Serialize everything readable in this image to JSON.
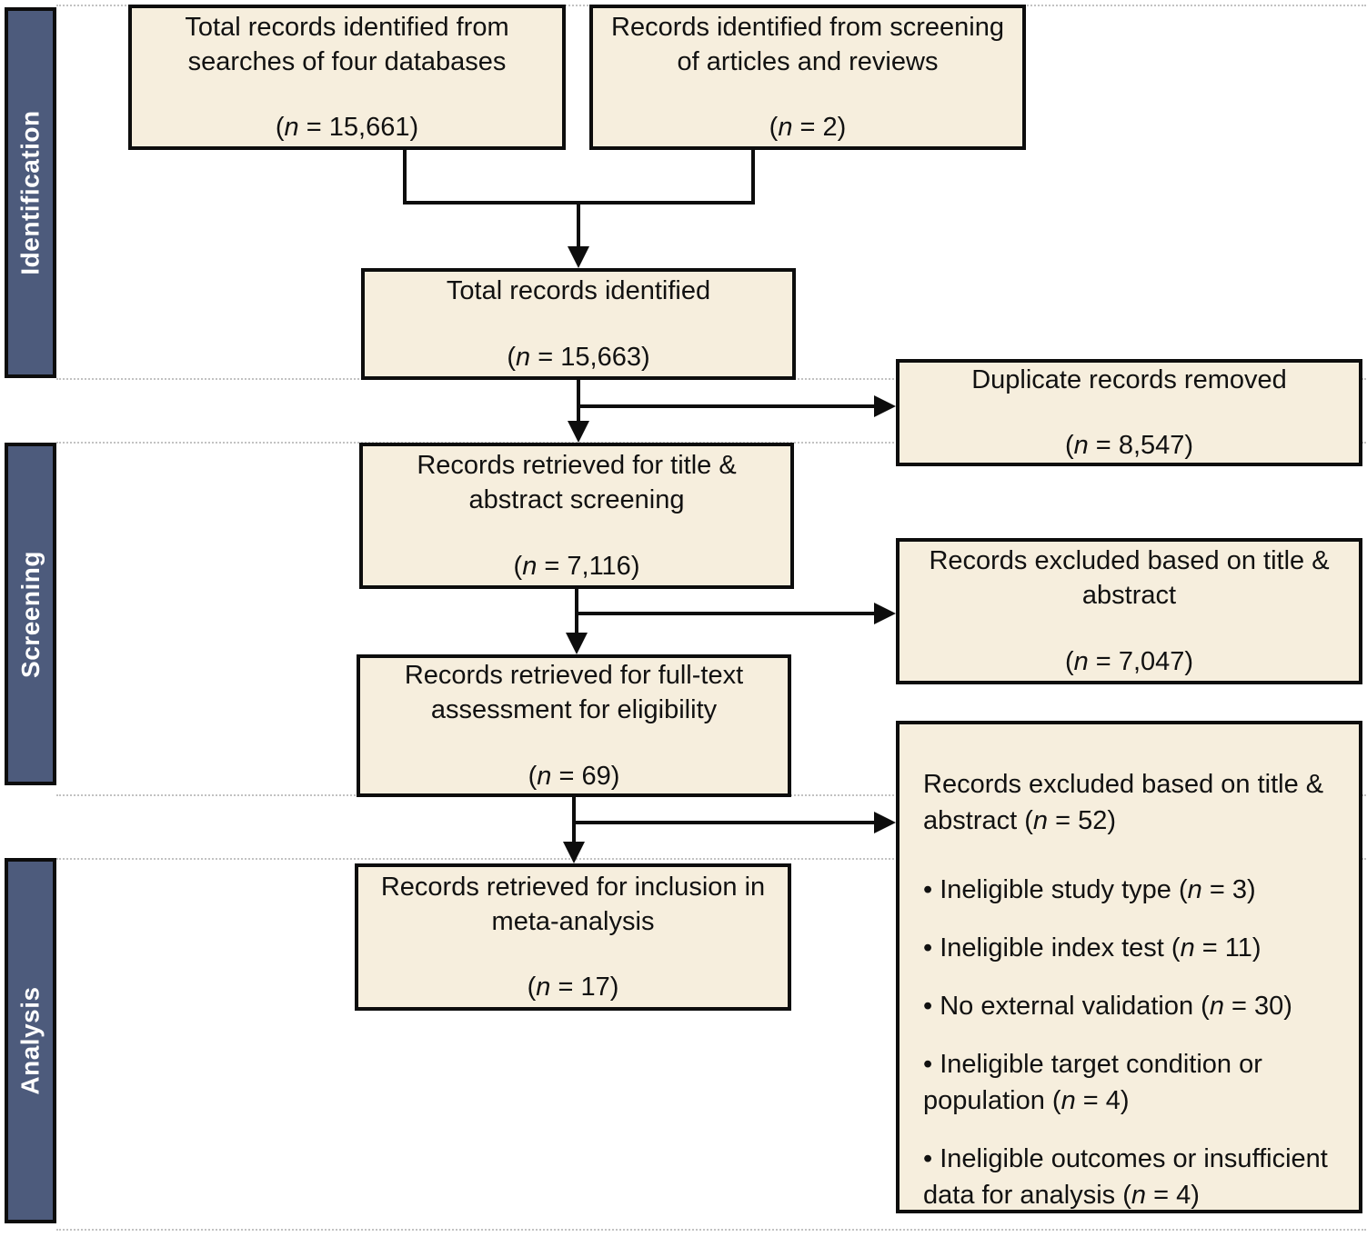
{
  "labels": {
    "n": "n"
  },
  "sidebar": [
    {
      "id": "identification",
      "label": "Identification"
    },
    {
      "id": "screening",
      "label": "Screening"
    },
    {
      "id": "analysis",
      "label": "Analysis"
    }
  ],
  "boxes": {
    "db_search": {
      "label": "Total records identified from searches of four databases",
      "count": "15,661"
    },
    "article_screening": {
      "label": "Records identified from screening of articles and reviews",
      "count": "2"
    },
    "total_identified": {
      "label": "Total records identified",
      "count": "15,663"
    },
    "duplicates_removed": {
      "label": "Duplicate records removed",
      "count": "8,547"
    },
    "title_abstract": {
      "label": "Records retrieved for title & abstract screening",
      "count": "7,116"
    },
    "excluded_title_abstract": {
      "label": "Records excluded based on title & abstract",
      "count": "7,047"
    },
    "fulltext": {
      "label": "Records retrieved for full-text assessment for eligibility",
      "count": "69"
    },
    "meta_analysis": {
      "label": "Records retrieved for inclusion in meta-analysis",
      "count": "17"
    },
    "excluded_fulltext": {
      "label": "Records excluded based on title & abstract",
      "count": "52",
      "bullets": [
        {
          "text": "Ineligible study type",
          "count": "3"
        },
        {
          "text": "Ineligible index test",
          "count": "11"
        },
        {
          "text": "No external validation",
          "count": "30"
        },
        {
          "text": "Ineligible target condition or population",
          "count": "4"
        },
        {
          "text": "Ineligible outcomes or insufficient data for analysis",
          "count": "4"
        }
      ]
    }
  },
  "colors": {
    "box_fill": "#f6eedd",
    "box_border": "#0d0d0d",
    "sidebar_fill": "#4d5b7c",
    "arrow": "#0d0d0d",
    "separator": "#c2c2c2"
  }
}
